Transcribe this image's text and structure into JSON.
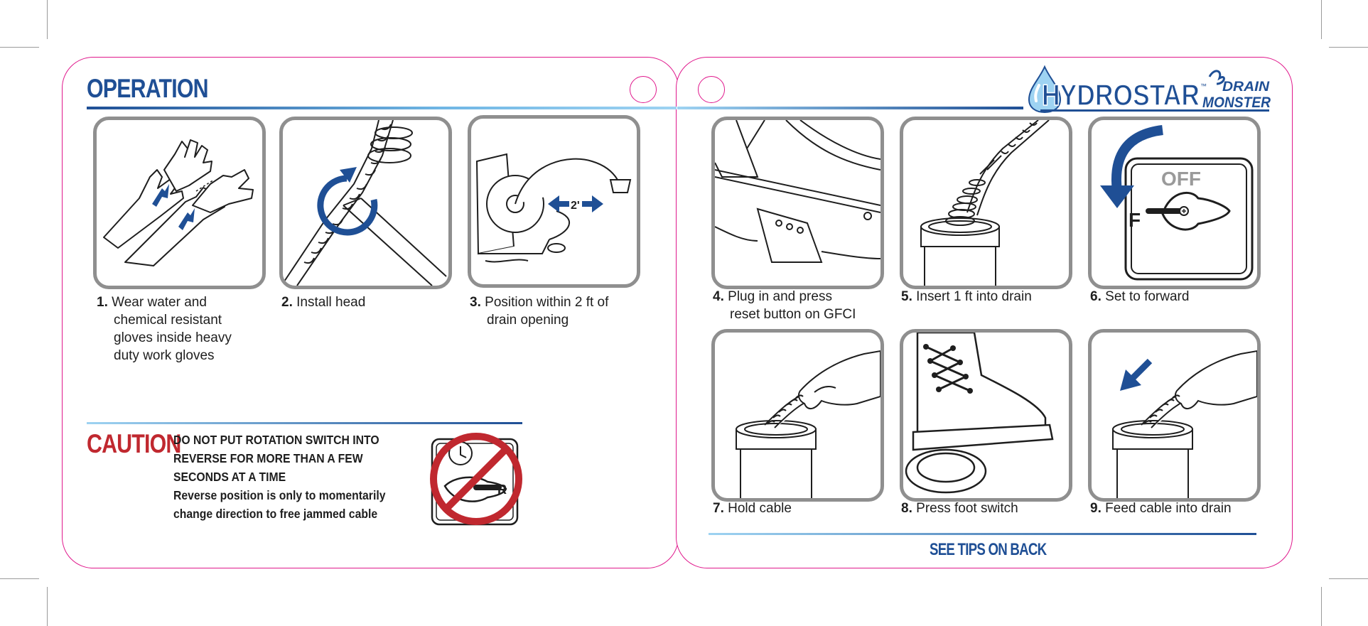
{
  "header": {
    "section_title": "OPERATION",
    "logo_brand": "HYDROSTAR",
    "logo_trademark": "™",
    "logo_product_line1": "DRAIN",
    "logo_product_line2": "MONSTER"
  },
  "steps": [
    {
      "num": "1.",
      "line1": "Wear water and",
      "rest": [
        "chemical resistant",
        "gloves inside heavy",
        "duty work gloves"
      ],
      "icon": "gloves-icon"
    },
    {
      "num": "2.",
      "line1": "Install head",
      "rest": [],
      "icon": "cable-head-icon"
    },
    {
      "num": "3.",
      "line1": "Position within 2 ft of",
      "rest": [
        "drain opening"
      ],
      "icon": "machine-position-icon",
      "distance_label": "2'"
    },
    {
      "num": "4.",
      "line1": "Plug in and press",
      "rest": [
        "reset button on GFCI"
      ],
      "icon": "gfci-plug-icon"
    },
    {
      "num": "5.",
      "line1": "Insert 1 ft into drain",
      "rest": [],
      "icon": "insert-cable-icon"
    },
    {
      "num": "6.",
      "line1": "Set to forward",
      "rest": [],
      "icon": "rotation-switch-icon",
      "switch_off": "OFF",
      "switch_forward": "F"
    },
    {
      "num": "7.",
      "line1": "Hold cable",
      "rest": [],
      "icon": "hold-cable-icon"
    },
    {
      "num": "8.",
      "line1": "Press foot switch",
      "rest": [],
      "icon": "foot-switch-icon"
    },
    {
      "num": "9.",
      "line1": "Feed cable into drain",
      "rest": [],
      "icon": "feed-cable-icon"
    }
  ],
  "caution": {
    "title": "CAUTION",
    "lines": [
      "DO NOT PUT ROTATION SWITCH INTO",
      "REVERSE FOR MORE THAN A FEW",
      "SECONDS AT A TIME",
      "Reverse position is only to momentarily",
      "change direction to free jammed cable"
    ],
    "switch_reverse": "R",
    "icon": "no-reverse-icon"
  },
  "footer": {
    "tips": "SEE TIPS ON BACK"
  },
  "colors": {
    "brand_blue": "#1f4f95",
    "light_blue": "#6fb6e4",
    "caution_red": "#c0282f",
    "trim_magenta": "#e0188c",
    "frame_gray": "#8f8f8f"
  }
}
